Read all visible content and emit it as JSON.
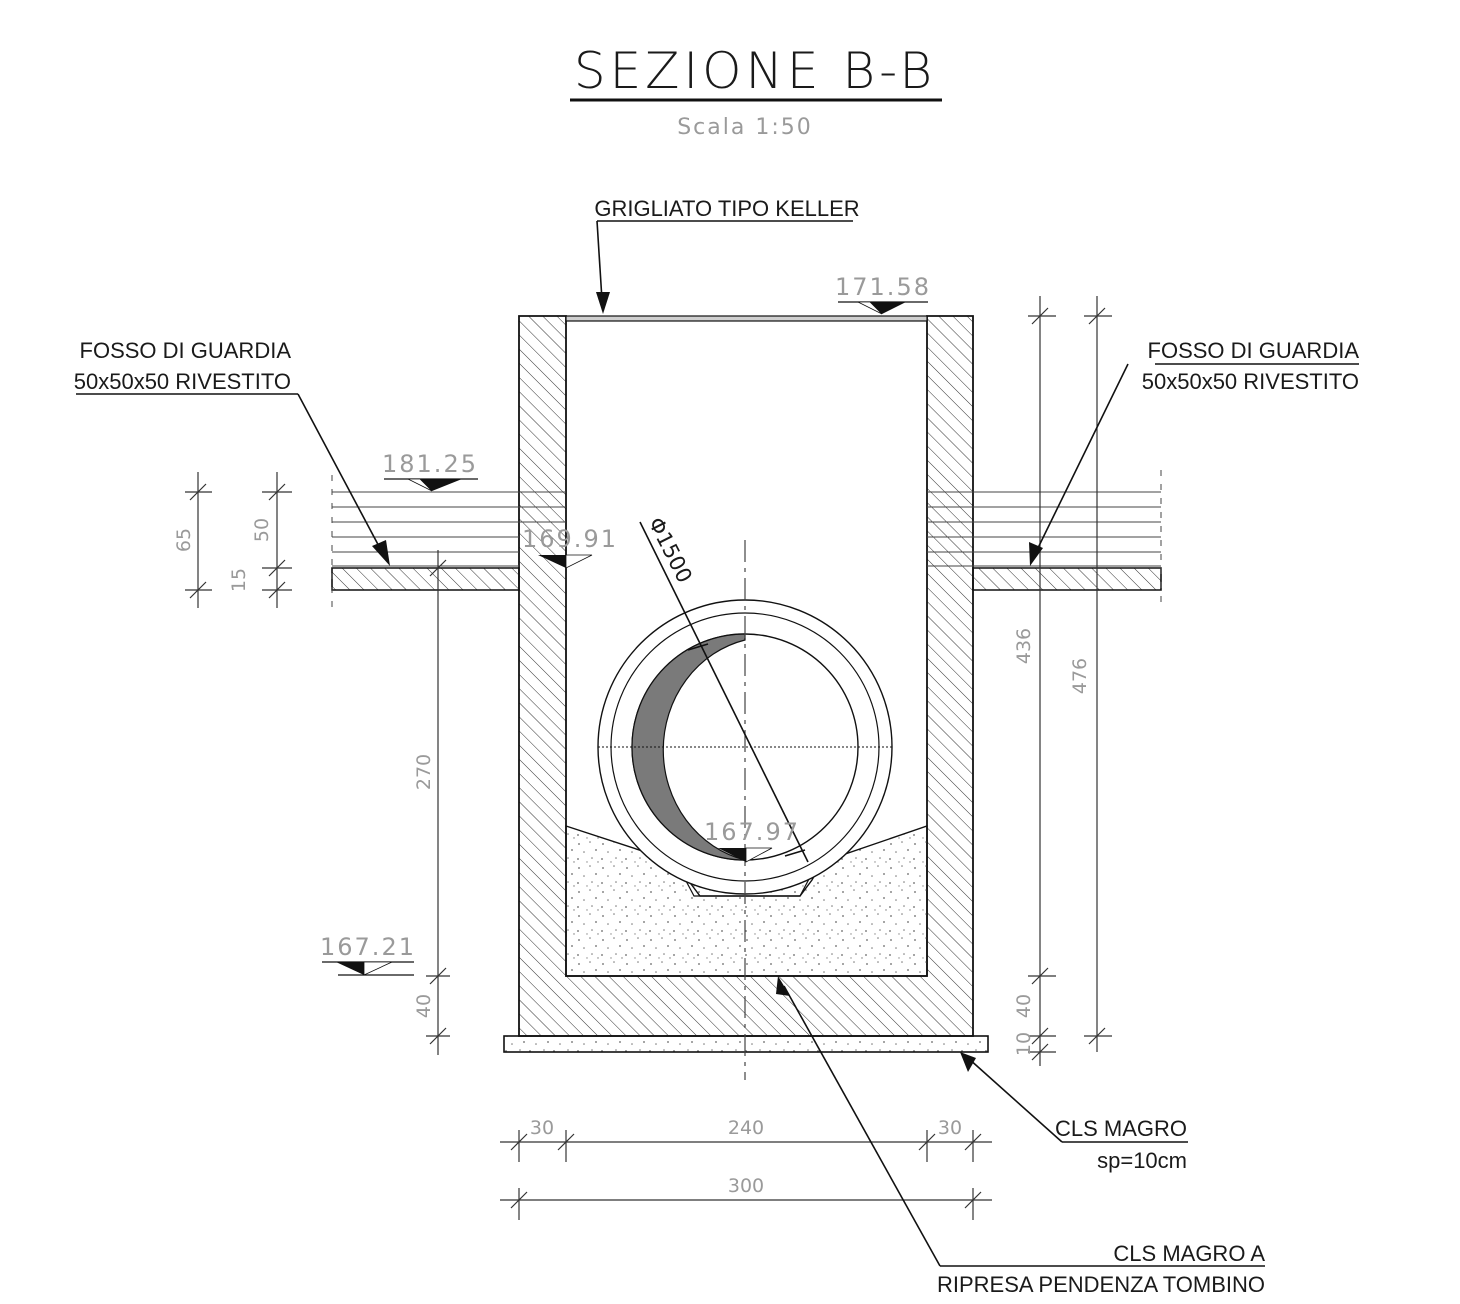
{
  "title": "SEZIONE B-B",
  "scale": "Scala 1:50",
  "labels": {
    "grating": "GRIGLIATO TIPO KELLER",
    "ditch_left_1": "FOSSO DI GUARDIA",
    "ditch_left_2": "50x50x50 RIVESTITO",
    "ditch_right_1": "FOSSO DI GUARDIA",
    "ditch_right_2": "50x50x50 RIVESTITO",
    "cls_magro_1": "CLS MAGRO",
    "cls_magro_2": "sp=10cm",
    "cls_ripresa_1": "CLS MAGRO A",
    "cls_ripresa_2": "RIPRESA PENDENZA TOMBINO",
    "pipe_diameter": "Φ1500"
  },
  "elevations": {
    "top": "171.58",
    "ground": "181.25",
    "ditch_bottom": "169.91",
    "pipe_invert": "167.97",
    "foundation": "167.21"
  },
  "dimensions": {
    "left_65": "65",
    "left_50": "50",
    "left_15": "15",
    "depth_270": "270",
    "base_40": "40",
    "right_436": "436",
    "right_476": "476",
    "right_40": "40",
    "right_10": "10",
    "wall_left": "30",
    "inner_width": "240",
    "wall_right": "30",
    "total_width": "300"
  },
  "colors": {
    "line": "#111111",
    "dim_text": "#9a9a9a",
    "pipe_fill": "#7a7a7a",
    "hatch": "#333333"
  }
}
